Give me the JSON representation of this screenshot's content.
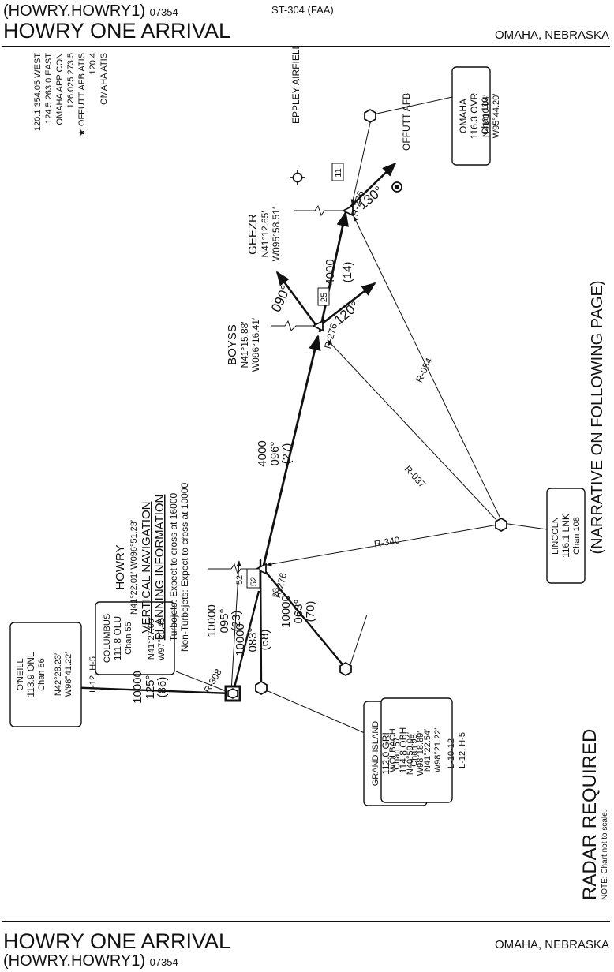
{
  "header": {
    "procedure_code": "(HOWRY.HOWRY1)",
    "amendment_top": "07354",
    "chart_id": "ST-304 (FAA)",
    "title": "HOWRY ONE ARRIVAL",
    "city": "OMAHA, NEBRASKA"
  },
  "footer": {
    "title": "HOWRY ONE ARRIVAL",
    "city": "OMAHA, NEBRASKA",
    "procedure_code": "(HOWRY.HOWRY1)",
    "amendment": "07354"
  },
  "comms": {
    "line1": "OMAHA ATIS",
    "line2": "120.4",
    "line3": "★ OFFUTT AFB ATIS",
    "line4": "126.025  273.5",
    "line5": "OMAHA APP CON",
    "line6": "124.5  263.0 EAST",
    "line7": "120.1  354.05 WEST"
  },
  "fixes": {
    "howry": {
      "name": "HOWRY",
      "coords": "N41°22.01′ W096°51.23′"
    },
    "boyss": {
      "name": "BOYSS",
      "lat": "N41°15.88′",
      "lon": "W096°16.41′"
    },
    "geezr": {
      "name": "GEEZR",
      "lat": "N41°12.65′",
      "lon": "W095°58.51′"
    }
  },
  "vnav": {
    "title1": "VERTICAL NAVIGATION",
    "title2": "PLANNING INFORMATION",
    "line1": "Turbojets: Expect to cross at 16000",
    "line2": "Non-Turbojets: Expect to cross at 10000"
  },
  "navaids": {
    "omaha": {
      "name": "OMAHA",
      "freq": "116.3",
      "ident": "OVR",
      "chan": "Chan 110",
      "lat": "N41°10.04′",
      "lon": "W95°44.20′"
    },
    "lincoln": {
      "name": "LINCOLN",
      "freq": "116.1",
      "ident": "LNK",
      "chan": "Chan 108"
    },
    "columbus": {
      "name": "COLUMBUS",
      "freq": "111.8",
      "ident": "OLU",
      "chan": "Chan 55",
      "lat": "N41°27.00′",
      "lon": "W97°20.45′"
    },
    "grand_island": {
      "name": "GRAND ISLAND",
      "freq": "112.0",
      "ident": "GRI",
      "chan": "Chan 57",
      "lat": "N40°59.04′",
      "lon": "W98°18.89′",
      "charts": "L-10-12"
    },
    "oneill": {
      "name": "O'NEILL",
      "freq": "113.9",
      "ident": "ONL",
      "chan": "Chan 86",
      "lat": "N42°28.23′",
      "lon": "W98°41.22′",
      "charts": "L-12, H-5"
    },
    "wolbach": {
      "name": "WOLBACH",
      "freq": "114.8",
      "ident": "OBH",
      "chan": "Chan 95",
      "lat": "N41°22.54′",
      "lon": "W98°21.22′",
      "charts": "L-12, H-5"
    }
  },
  "airports": {
    "eppley": "EPPLEY AIRFIELD",
    "offutt": "OFFUTT AFB"
  },
  "routes": {
    "oneill_alt": "10000",
    "oneill_crs": "125°",
    "oneill_dist": "(86)",
    "wolbach_alt": "10000",
    "wolbach_crs": "083°",
    "wolbach_dist": "(68)",
    "gri_alt": "10000",
    "gri_crs": "063°",
    "gri_dist": "(70)",
    "olu_alt": "10000",
    "olu_crs": "095°",
    "olu_dist": "(23)",
    "howry_alt": "4000",
    "howry_crs": "096°",
    "howry_dist": "(27)",
    "boyss_alt": "4000",
    "boyss_dist": "(14)",
    "boyss_hdg1": "090°",
    "boyss_hdg2": "120°",
    "geezr_hdg": "130°"
  },
  "radials": {
    "r308": "R-308",
    "r276_a": "R-276",
    "r276_b": "R-276",
    "r276_c": "R-276",
    "r340": "R-340",
    "r037": "R-037",
    "r054": "R-054"
  },
  "dme": {
    "howry_52": "52",
    "howry_52b": "52",
    "howry_23": "23",
    "boyss_25": "25",
    "geezr_11": "11"
  },
  "notes": {
    "narrative": "(NARRATIVE ON FOLLOWING PAGE)",
    "radar": "RADAR REQUIRED",
    "scale": "NOTE: Chart not to scale."
  }
}
